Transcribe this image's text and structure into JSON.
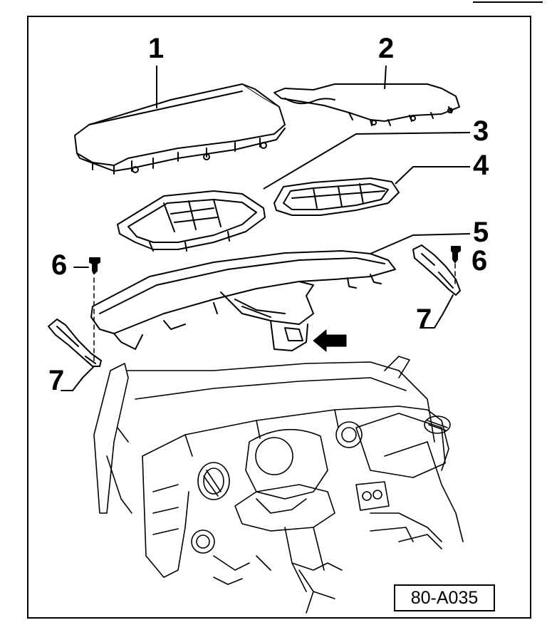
{
  "callouts": {
    "c1": "1",
    "c2": "2",
    "c3": "3",
    "c4": "4",
    "c5": "5",
    "c6_left": "6",
    "c6_right": "6",
    "c7_left": "7",
    "c7_right": "7"
  },
  "figure_ref": "80-A035",
  "colors": {
    "line": "#000000",
    "background": "#ffffff"
  }
}
